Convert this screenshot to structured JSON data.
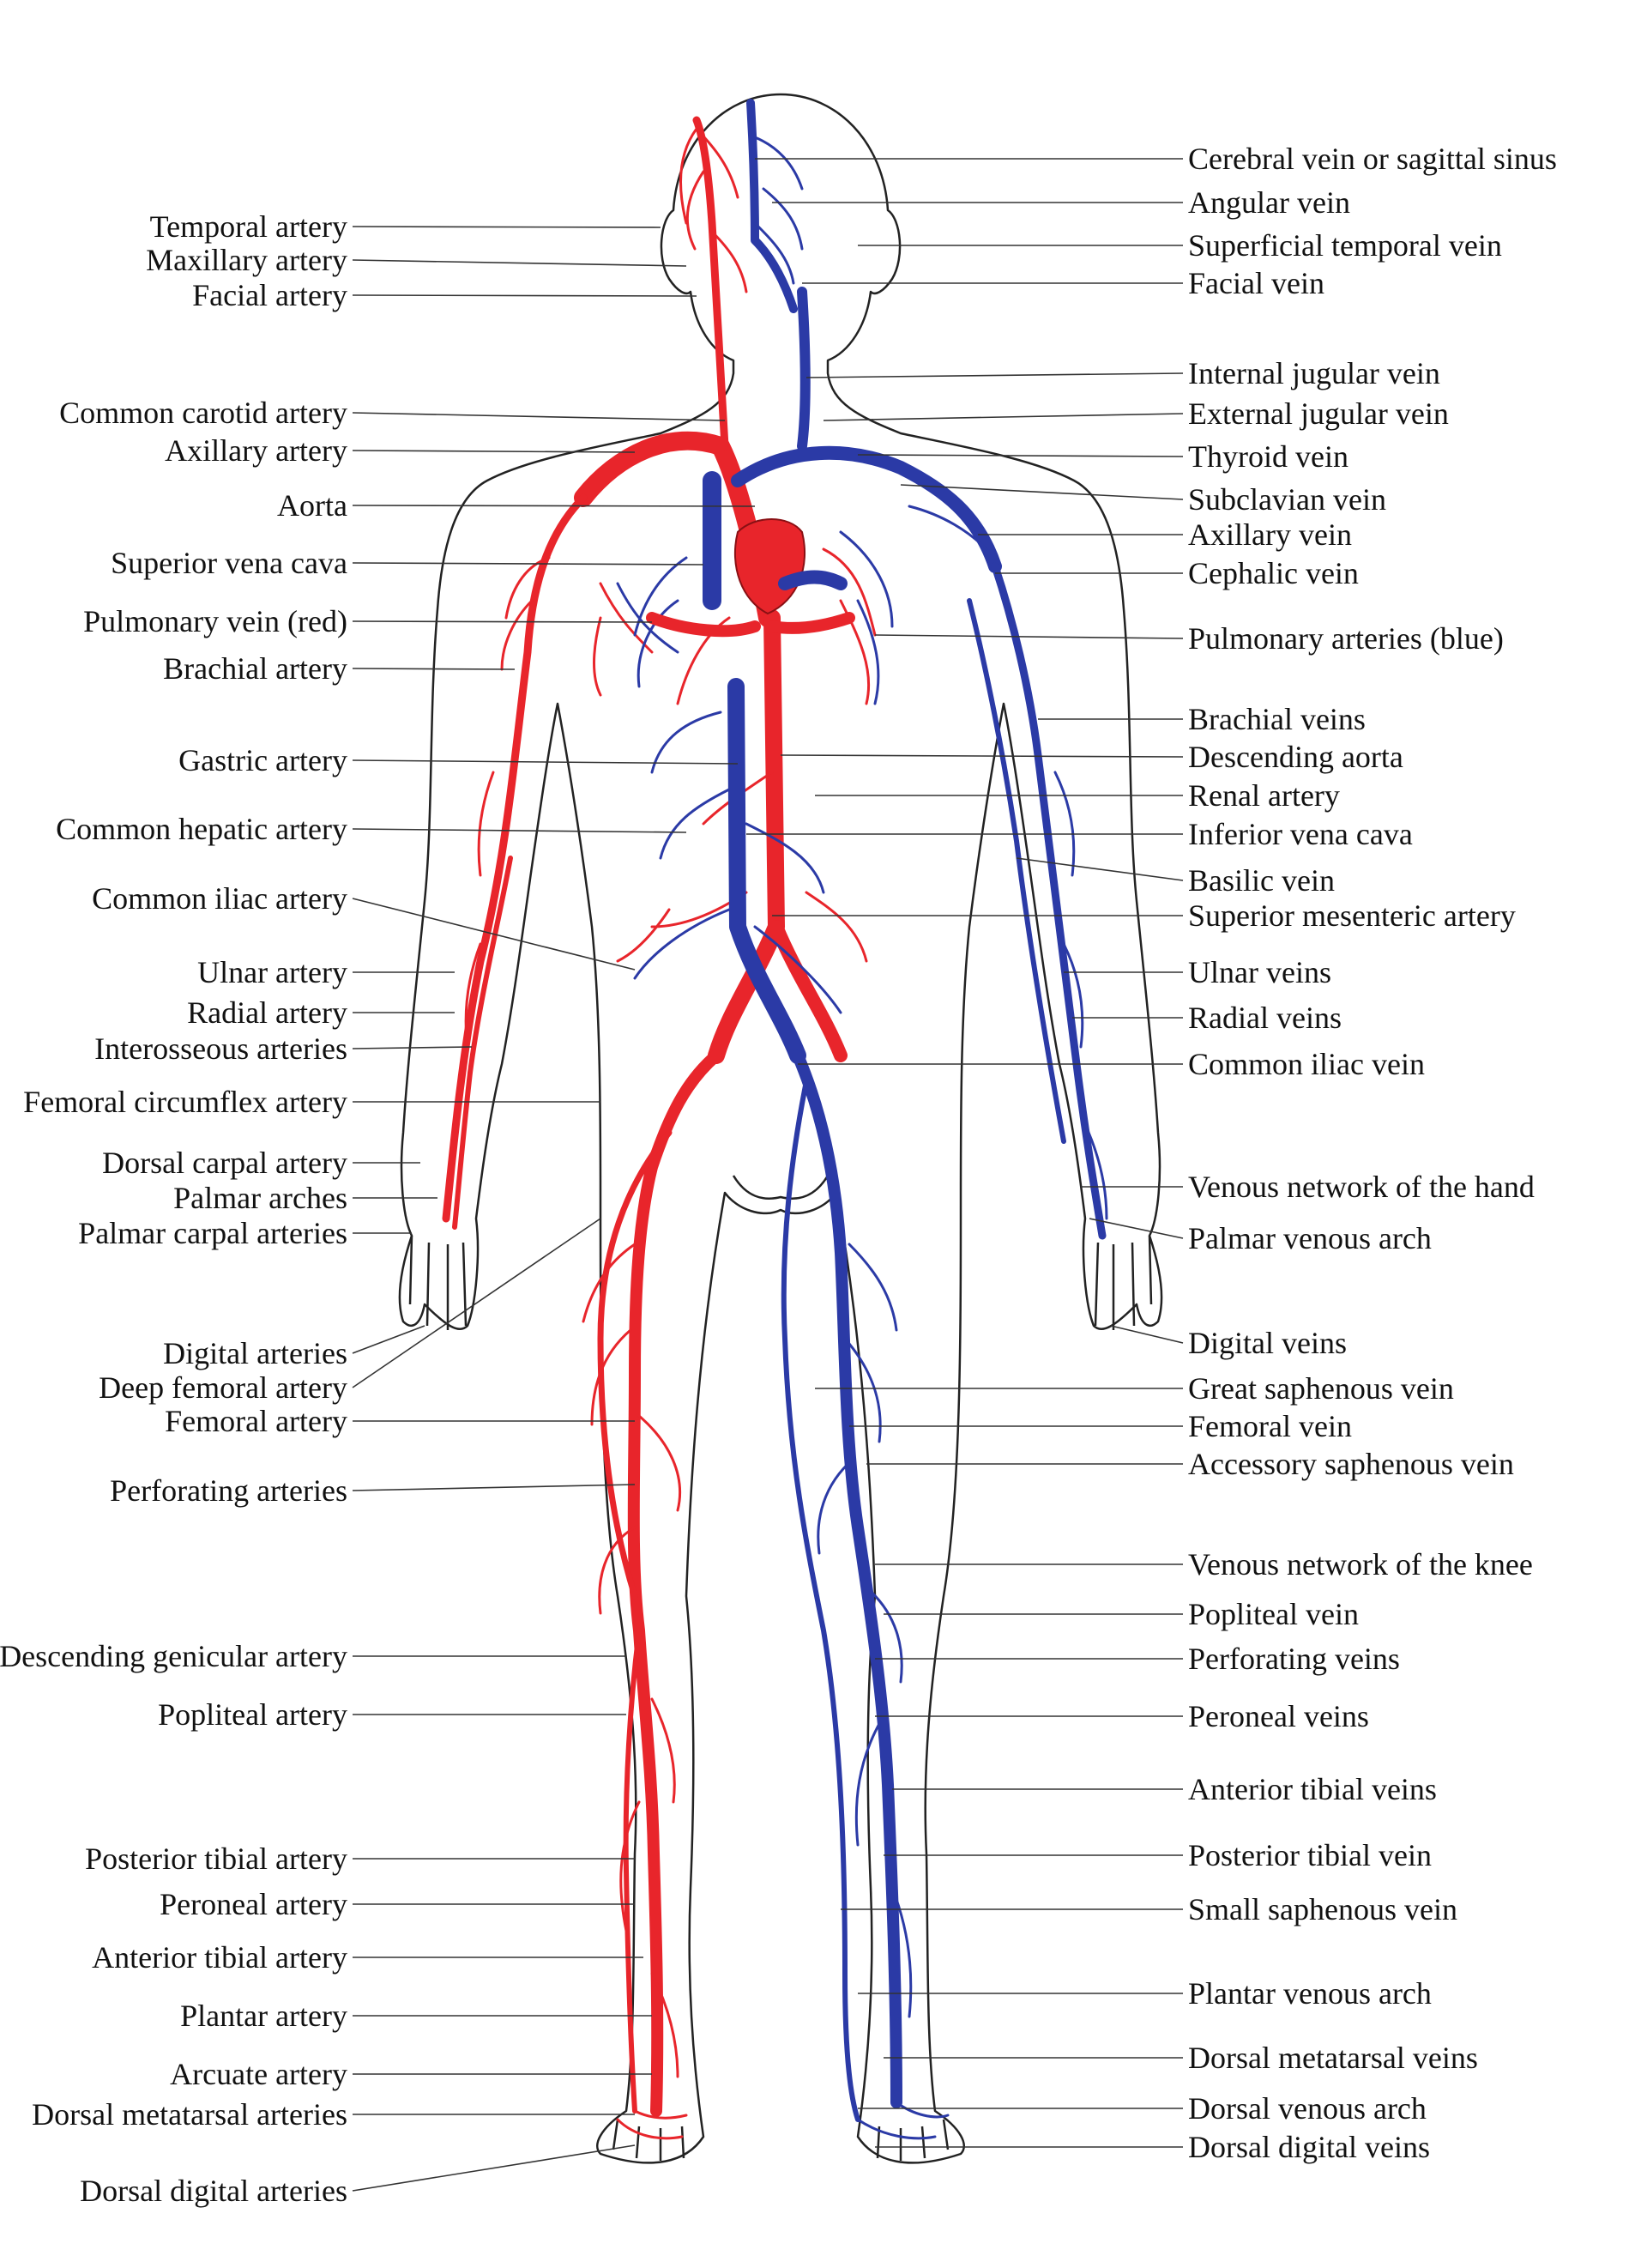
{
  "colors": {
    "artery": "#e8252b",
    "vein": "#2b3aa6",
    "outline": "#222222",
    "leader": "#333333"
  },
  "left_labels": [
    {
      "id": "temporal-artery",
      "text": "Temporal artery"
    },
    {
      "id": "maxillary-artery",
      "text": "Maxillary artery"
    },
    {
      "id": "facial-artery",
      "text": "Facial artery"
    },
    {
      "id": "common-carotid-artery",
      "text": "Common carotid artery"
    },
    {
      "id": "axillary-artery",
      "text": "Axillary artery"
    },
    {
      "id": "aorta",
      "text": "Aorta"
    },
    {
      "id": "superior-vena-cava",
      "text": "Superior vena cava"
    },
    {
      "id": "pulmonary-vein",
      "text": "Pulmonary vein (red)"
    },
    {
      "id": "brachial-artery",
      "text": "Brachial artery"
    },
    {
      "id": "gastric-artery",
      "text": "Gastric artery"
    },
    {
      "id": "common-hepatic-artery",
      "text": "Common hepatic artery"
    },
    {
      "id": "common-iliac-artery",
      "text": "Common iliac artery"
    },
    {
      "id": "ulnar-artery",
      "text": "Ulnar artery"
    },
    {
      "id": "radial-artery",
      "text": "Radial artery"
    },
    {
      "id": "interosseous-arteries",
      "text": "Interosseous arteries"
    },
    {
      "id": "femoral-circumflex-artery",
      "text": "Femoral circumflex artery"
    },
    {
      "id": "dorsal-carpal-artery",
      "text": "Dorsal carpal artery"
    },
    {
      "id": "palmar-arches",
      "text": "Palmar arches"
    },
    {
      "id": "palmar-carpal-arteries",
      "text": "Palmar carpal arteries"
    },
    {
      "id": "digital-arteries",
      "text": "Digital arteries"
    },
    {
      "id": "deep-femoral-artery",
      "text": "Deep femoral artery"
    },
    {
      "id": "femoral-artery",
      "text": "Femoral artery"
    },
    {
      "id": "perforating-arteries",
      "text": "Perforating arteries"
    },
    {
      "id": "descending-genicular-artery",
      "text": "Descending genicular artery"
    },
    {
      "id": "popliteal-artery",
      "text": "Popliteal artery"
    },
    {
      "id": "posterior-tibial-artery",
      "text": "Posterior tibial artery"
    },
    {
      "id": "peroneal-artery",
      "text": "Peroneal artery"
    },
    {
      "id": "anterior-tibial-artery",
      "text": "Anterior tibial artery"
    },
    {
      "id": "plantar-artery",
      "text": "Plantar artery"
    },
    {
      "id": "arcuate-artery",
      "text": "Arcuate artery"
    },
    {
      "id": "dorsal-metatarsal-arteries",
      "text": "Dorsal metatarsal arteries"
    },
    {
      "id": "dorsal-digital-arteries",
      "text": "Dorsal digital arteries"
    }
  ],
  "right_labels": [
    {
      "id": "cerebral-vein",
      "text": "Cerebral vein or sagittal sinus"
    },
    {
      "id": "angular-vein",
      "text": "Angular vein"
    },
    {
      "id": "superficial-temporal-vein",
      "text": "Superficial temporal vein"
    },
    {
      "id": "facial-vein",
      "text": "Facial vein"
    },
    {
      "id": "internal-jugular-vein",
      "text": "Internal jugular vein"
    },
    {
      "id": "external-jugular-vein",
      "text": "External jugular vein"
    },
    {
      "id": "thyroid-vein",
      "text": "Thyroid vein"
    },
    {
      "id": "subclavian-vein",
      "text": "Subclavian vein"
    },
    {
      "id": "axillary-vein",
      "text": "Axillary vein"
    },
    {
      "id": "cephalic-vein",
      "text": "Cephalic vein"
    },
    {
      "id": "pulmonary-arteries",
      "text": "Pulmonary arteries (blue)"
    },
    {
      "id": "brachial-veins",
      "text": "Brachial veins"
    },
    {
      "id": "descending-aorta",
      "text": "Descending aorta"
    },
    {
      "id": "renal-artery",
      "text": "Renal artery"
    },
    {
      "id": "inferior-vena-cava",
      "text": "Inferior vena cava"
    },
    {
      "id": "basilic-vein",
      "text": "Basilic vein"
    },
    {
      "id": "superior-mesenteric-artery",
      "text": "Superior mesenteric artery"
    },
    {
      "id": "ulnar-veins",
      "text": "Ulnar veins"
    },
    {
      "id": "radial-veins",
      "text": "Radial veins"
    },
    {
      "id": "common-iliac-vein",
      "text": "Common iliac vein"
    },
    {
      "id": "venous-network-hand",
      "text": "Venous network of the hand"
    },
    {
      "id": "palmar-venous-arch",
      "text": "Palmar venous arch"
    },
    {
      "id": "digital-veins",
      "text": "Digital veins"
    },
    {
      "id": "great-saphenous-vein",
      "text": "Great saphenous vein"
    },
    {
      "id": "femoral-vein",
      "text": "Femoral vein"
    },
    {
      "id": "accessory-saphenous-vein",
      "text": "Accessory saphenous vein"
    },
    {
      "id": "venous-network-knee",
      "text": "Venous network of the knee"
    },
    {
      "id": "popliteal-vein",
      "text": "Popliteal vein"
    },
    {
      "id": "perforating-veins",
      "text": "Perforating veins"
    },
    {
      "id": "peroneal-veins",
      "text": "Peroneal veins"
    },
    {
      "id": "anterior-tibial-veins",
      "text": "Anterior tibial veins"
    },
    {
      "id": "posterior-tibial-vein",
      "text": "Posterior tibial vein"
    },
    {
      "id": "small-saphenous-vein",
      "text": "Small saphenous vein"
    },
    {
      "id": "plantar-venous-arch",
      "text": "Plantar venous arch"
    },
    {
      "id": "dorsal-metatarsal-veins",
      "text": "Dorsal metatarsal veins"
    },
    {
      "id": "dorsal-venous-arch",
      "text": "Dorsal venous arch"
    },
    {
      "id": "dorsal-digital-veins",
      "text": "Dorsal digital veins"
    }
  ]
}
